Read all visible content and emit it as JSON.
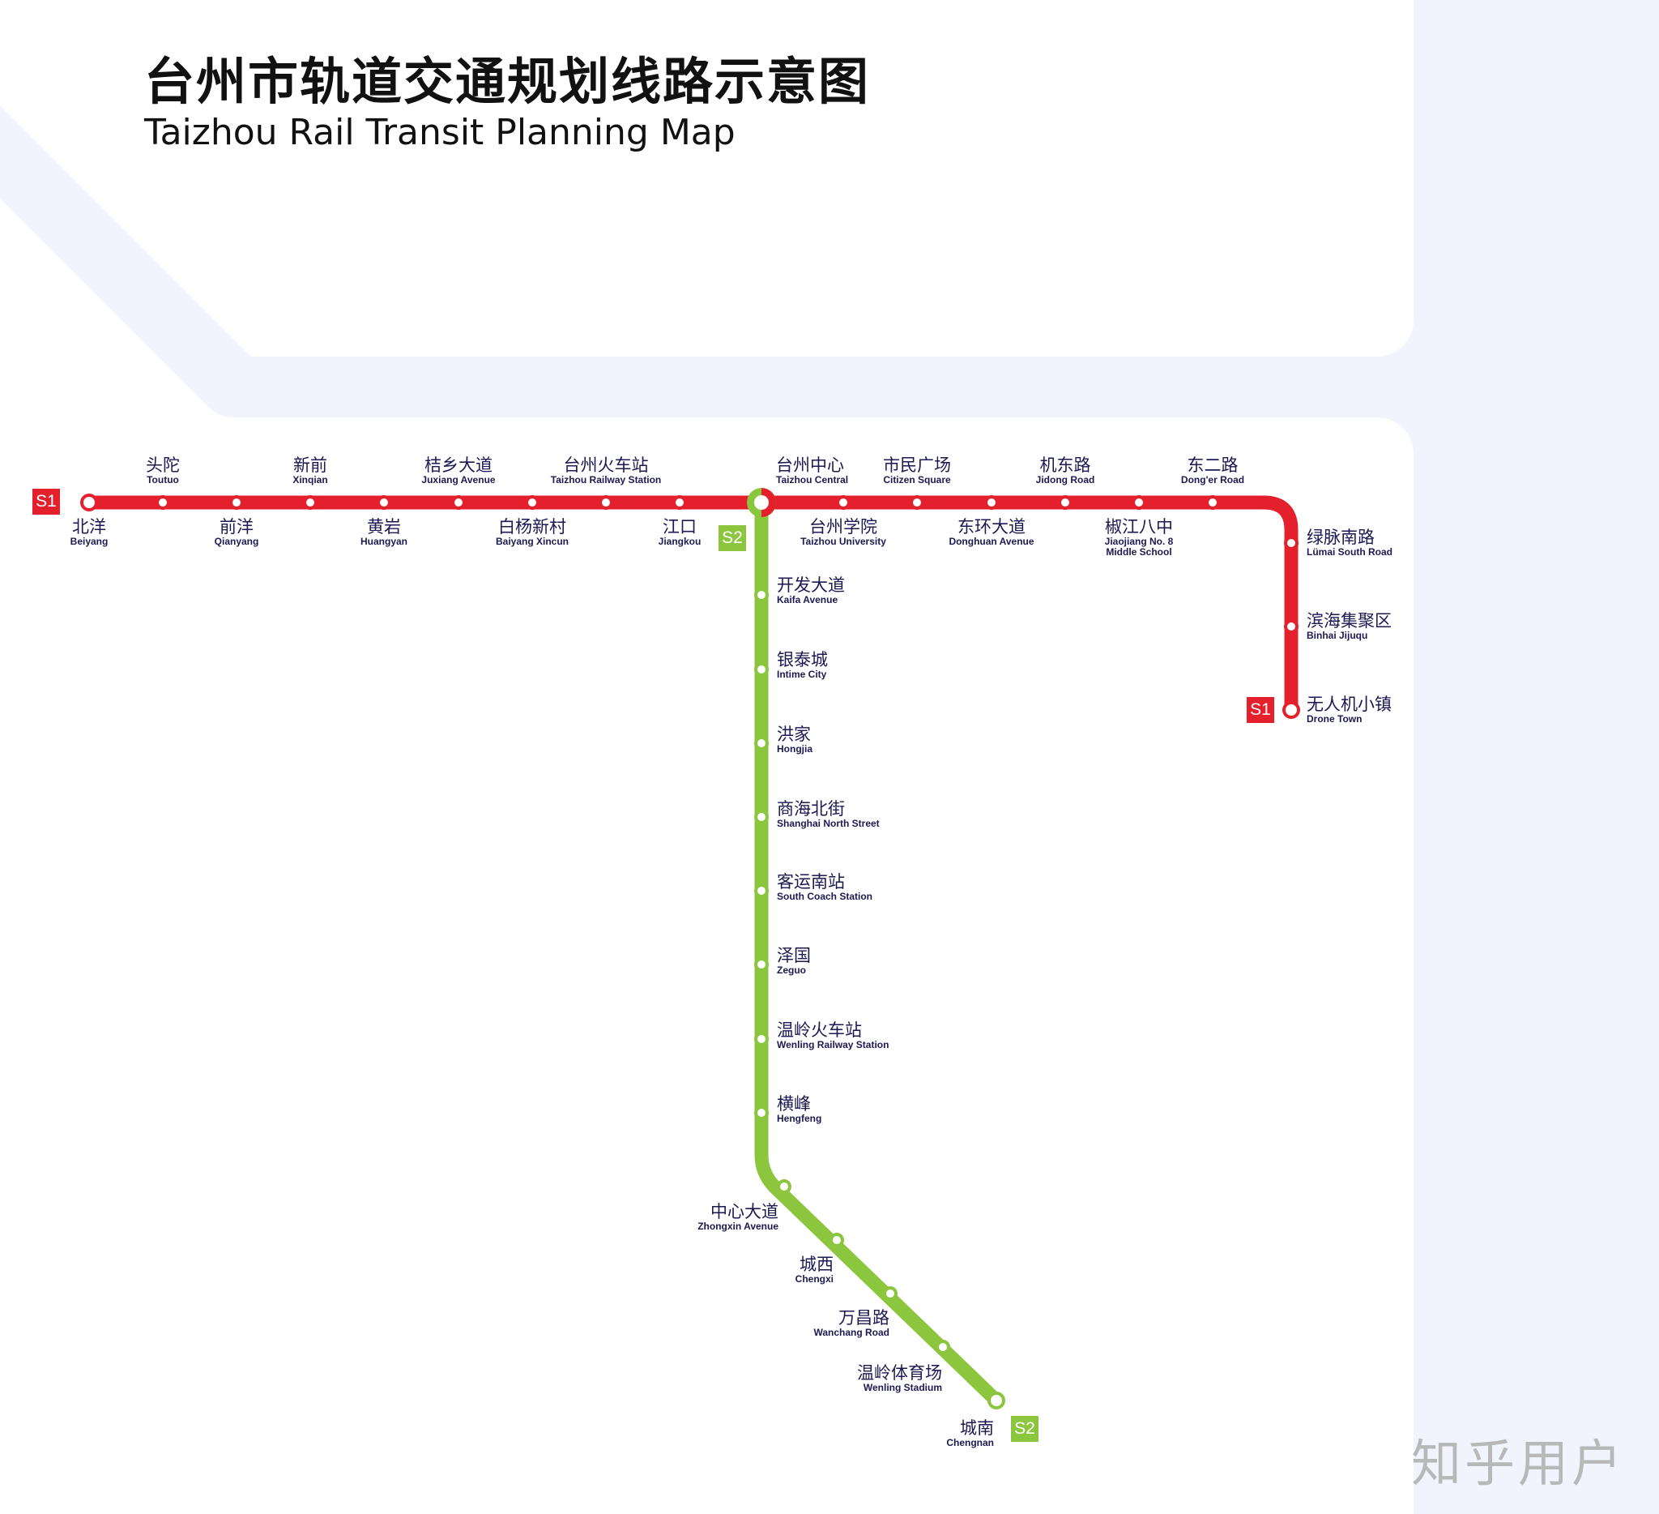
{
  "title_cn": "台州市轨道交通规划线路示意图",
  "title_en": "Taizhou Rail Transit Planning Map",
  "colors": {
    "s1": "#e3202b",
    "s2": "#8cc63f",
    "text": "#1b1a52",
    "background_shapes": "#f1f4fd"
  },
  "lines": [
    {
      "id": "S1",
      "badge": "S1",
      "color": "#e3202b"
    },
    {
      "id": "S2",
      "badge": "S2",
      "color": "#8cc63f"
    }
  ],
  "stations": {
    "s1": [
      {
        "cn": "北洋",
        "en": "Beiyang"
      },
      {
        "cn": "头陀",
        "en": "Toutuo"
      },
      {
        "cn": "前洋",
        "en": "Qianyang"
      },
      {
        "cn": "新前",
        "en": "Xinqian"
      },
      {
        "cn": "黄岩",
        "en": "Huangyan"
      },
      {
        "cn": "桔乡大道",
        "en": "Juxiang Avenue"
      },
      {
        "cn": "白杨新村",
        "en": "Baiyang Xincun"
      },
      {
        "cn": "台州火车站",
        "en": "Taizhou Railway Station"
      },
      {
        "cn": "江口",
        "en": "Jiangkou"
      },
      {
        "cn": "台州中心",
        "en": "Taizhou Central"
      },
      {
        "cn": "台州学院",
        "en": "Taizhou University"
      },
      {
        "cn": "市民广场",
        "en": "Citizen Square"
      },
      {
        "cn": "东环大道",
        "en": "Donghuan Avenue"
      },
      {
        "cn": "机东路",
        "en": "Jidong Road"
      },
      {
        "cn": "椒江八中",
        "en": "Jiaojiang No. 8",
        "en2": "Middle School"
      },
      {
        "cn": "东二路",
        "en": "Dong'er Road"
      },
      {
        "cn": "绿脉南路",
        "en": "Lümai South Road"
      },
      {
        "cn": "滨海集聚区",
        "en": "Binhai Jijuqu"
      },
      {
        "cn": "无人机小镇",
        "en": "Drone Town"
      }
    ],
    "s2": [
      {
        "cn": "开发大道",
        "en": "Kaifa Avenue"
      },
      {
        "cn": "银泰城",
        "en": "Intime City"
      },
      {
        "cn": "洪家",
        "en": "Hongjia"
      },
      {
        "cn": "商海北街",
        "en": "Shanghai North Street"
      },
      {
        "cn": "客运南站",
        "en": "South Coach Station"
      },
      {
        "cn": "泽国",
        "en": "Zeguo"
      },
      {
        "cn": "温岭火车站",
        "en": "Wenling Railway Station"
      },
      {
        "cn": "横峰",
        "en": "Hengfeng"
      },
      {
        "cn": "中心大道",
        "en": "Zhongxin Avenue"
      },
      {
        "cn": "城西",
        "en": "Chengxi"
      },
      {
        "cn": "万昌路",
        "en": "Wanchang Road"
      },
      {
        "cn": "温岭体育场",
        "en": "Wenling Stadium"
      },
      {
        "cn": "城南",
        "en": "Chengnan"
      }
    ]
  },
  "watermark": "知乎用户"
}
